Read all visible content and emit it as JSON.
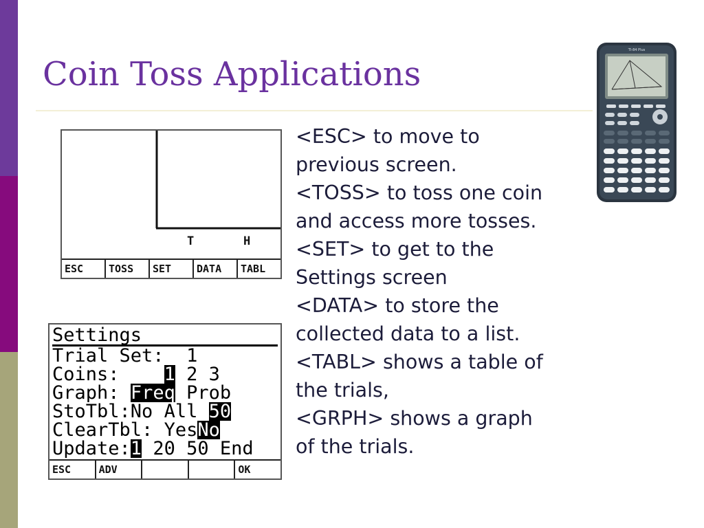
{
  "theme": {
    "title_color": "#6a329f",
    "band_colors": [
      "#6d3a9b",
      "#860b7d",
      "#a6a57a"
    ],
    "text_color": "#1c1c3a"
  },
  "slide": {
    "title": "Coin Toss Applications"
  },
  "graph_screen": {
    "x_labels": [
      "T",
      "H"
    ],
    "menu": [
      "ESC",
      "TOSS",
      "SET",
      "DATA",
      "TABL"
    ]
  },
  "settings_screen": {
    "title": "Settings",
    "rows": [
      {
        "label": "Trial Set:",
        "values": [
          "1"
        ]
      },
      {
        "label": "Coins:",
        "values": [
          "1",
          "2",
          "3"
        ],
        "selected": "1"
      },
      {
        "label": "Graph:",
        "values": [
          "Freq",
          "Prob"
        ],
        "selected": "Freq"
      },
      {
        "label": "StoTbl:",
        "values": [
          "No",
          "All",
          "50"
        ],
        "selected": "50"
      },
      {
        "label": "ClearTbl:",
        "values": [
          "Yes",
          "No"
        ],
        "selected": "No"
      },
      {
        "label": "Update:",
        "values": [
          "1",
          "20",
          "50",
          "End"
        ],
        "selected": "1"
      }
    ],
    "menu": [
      "ESC",
      "ADV",
      "",
      "",
      "OK"
    ]
  },
  "instructions": [
    "<ESC> to move to",
    "previous screen.",
    "<TOSS> to toss one coin",
    "and access more tosses.",
    "<SET> to get to the",
    "Settings screen",
    "<DATA> to store the",
    "collected data to a list.",
    "<TABL> shows a table of",
    "the trials,",
    "<GRPH> shows a graph",
    "of the trials."
  ],
  "device_photo": {
    "icon": "graphing-calculator-icon",
    "model_label": "TI-84 Plus"
  }
}
